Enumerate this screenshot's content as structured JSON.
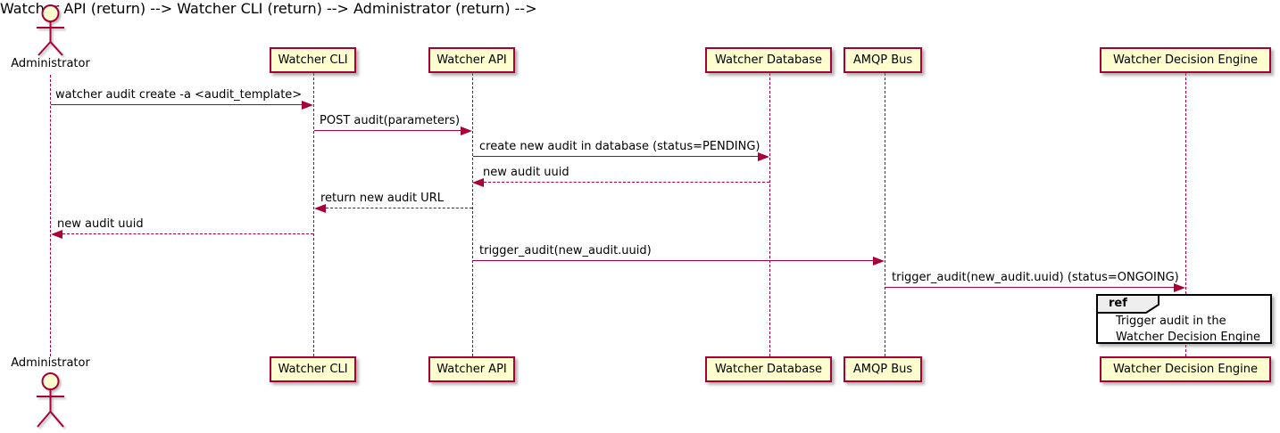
{
  "diagram_type": "sequence",
  "actor": {
    "name": "Administrator"
  },
  "participants": [
    {
      "name": "Watcher CLI"
    },
    {
      "name": "Watcher API"
    },
    {
      "name": "Watcher Database"
    },
    {
      "name": "AMQP Bus"
    },
    {
      "name": "Watcher Decision Engine"
    }
  ],
  "messages": [
    {
      "label": "watcher audit create -a <audit_template>",
      "from": "Administrator",
      "to": "Watcher CLI",
      "line": "solid"
    },
    {
      "label": "POST audit(parameters)",
      "from": "Watcher CLI",
      "to": "Watcher API",
      "line": "solid"
    },
    {
      "label": "create new audit in database (status=PENDING)",
      "from": "Watcher API",
      "to": "Watcher Database",
      "line": "solid"
    },
    {
      "label": "new audit uuid",
      "from": "Watcher Database",
      "to": "Watcher API",
      "line": "dashed"
    },
    {
      "label": "return new audit URL",
      "from": "Watcher API",
      "to": "Watcher CLI",
      "line": "dashed"
    },
    {
      "label": "new audit uuid",
      "from": "Watcher CLI",
      "to": "Administrator",
      "line": "dashed"
    },
    {
      "label": "trigger_audit(new_audit.uuid)",
      "from": "Watcher API",
      "to": "AMQP Bus",
      "line": "solid"
    },
    {
      "label": "trigger_audit(new_audit.uuid) (status=ONGOING)",
      "from": "AMQP Bus",
      "to": "Watcher Decision Engine",
      "line": "solid"
    }
  ],
  "ref": {
    "keyword": "ref",
    "lines": [
      "Trigger audit in the",
      "Watcher Decision Engine"
    ]
  },
  "colors": {
    "accent": "#A80036",
    "box_fill": "#FEFECE",
    "ref_tab_fill": "#EEEEEE",
    "ref_border": "#000000",
    "bg": "#FFFFFF"
  }
}
